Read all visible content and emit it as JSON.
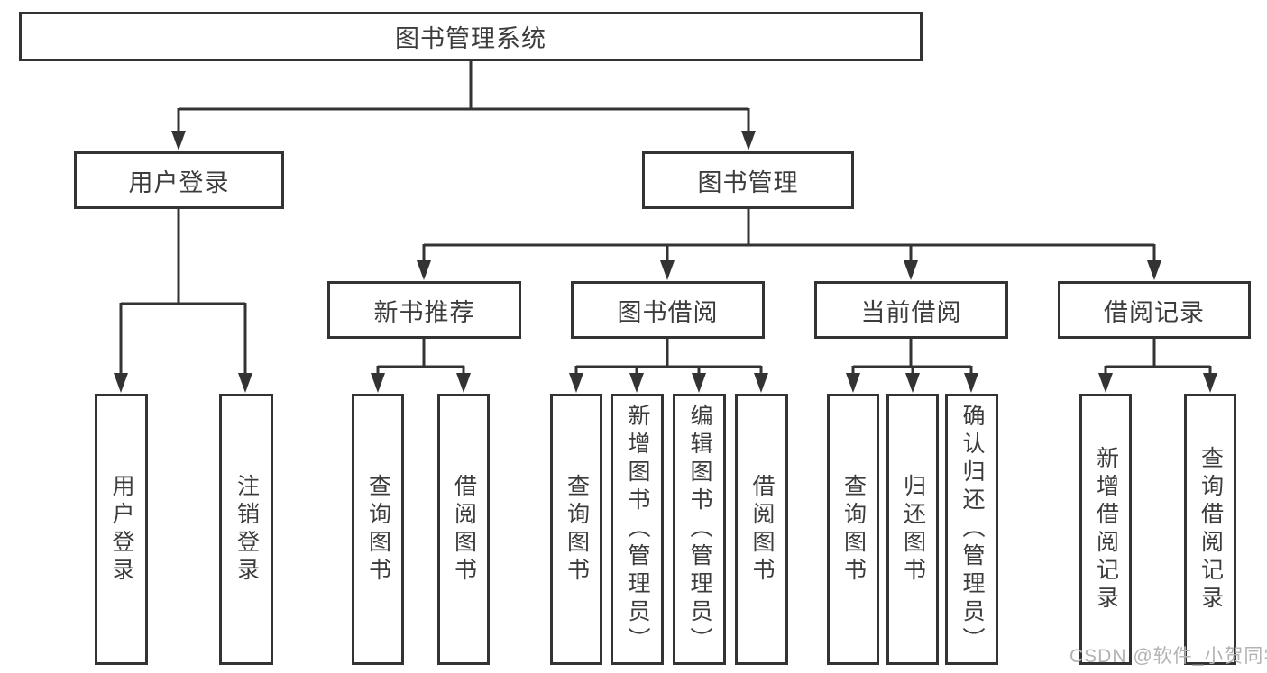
{
  "diagram": {
    "root": {
      "label": "图书管理系统"
    },
    "user_login": {
      "label": "用户登录",
      "children": {
        "login": {
          "label": "用户登录"
        },
        "logout": {
          "label": "注销登录"
        }
      }
    },
    "book_mgmt": {
      "label": "图书管理",
      "children": {
        "new_books": {
          "label": "新书推荐",
          "children": {
            "query": {
              "label": "查询图书"
            },
            "borrow": {
              "label": "借阅图书"
            }
          }
        },
        "borrowing": {
          "label": "图书借阅",
          "children": {
            "query": {
              "label": "查询图书"
            },
            "add": {
              "label": "新增图书（管理员）"
            },
            "edit": {
              "label": "编辑图书（管理员）"
            },
            "borrow": {
              "label": "借阅图书"
            }
          }
        },
        "current": {
          "label": "当前借阅",
          "children": {
            "query": {
              "label": "查询图书"
            },
            "return": {
              "label": "归还图书"
            },
            "confirm": {
              "label": "确认归还（管理员）"
            }
          }
        },
        "records": {
          "label": "借阅记录",
          "children": {
            "add": {
              "label": "新增借阅记录"
            },
            "query": {
              "label": "查询借阅记录"
            }
          }
        }
      }
    }
  },
  "colors": {
    "line": "#333333",
    "text": "#3c3c3c",
    "watermark": "#b3b3b3"
  },
  "watermark": {
    "text": "CSDN @软件_小贺同学"
  }
}
